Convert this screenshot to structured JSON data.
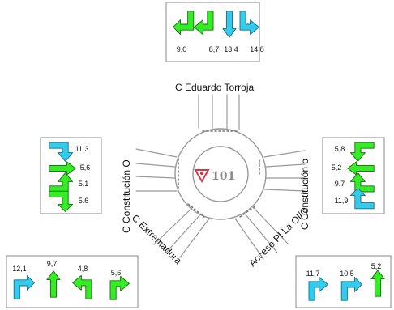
{
  "colors": {
    "green": "#33ee22",
    "cyan": "#33ccee",
    "outline": "#1d6b14",
    "cyan_outline": "#166f86",
    "road": "#999999",
    "dash": "#777777",
    "panel_border": "#888888",
    "marker": "#d63a4a"
  },
  "roundabout": {
    "number": "101"
  },
  "streets": {
    "north": "C Eduardo Torroja",
    "west": "C Constitución O",
    "southwest": "C Extremadura",
    "southeast": "Acceso Pl La Ol/C",
    "east": "C Constitución o"
  },
  "panels": {
    "north": {
      "movements": [
        {
          "turn": "hook",
          "color": "green",
          "value": "9,0"
        },
        {
          "turn": "left",
          "color": "green",
          "value": "8,7"
        },
        {
          "turn": "straight",
          "color": "cyan",
          "value": "13,4"
        },
        {
          "turn": "right",
          "color": "cyan",
          "value": "14,8"
        }
      ]
    },
    "west": {
      "movements": [
        {
          "turn": "left",
          "color": "cyan",
          "value": "11,3"
        },
        {
          "turn": "straight",
          "color": "green",
          "value": "5,6"
        },
        {
          "turn": "right",
          "color": "green",
          "value": "5,1"
        },
        {
          "turn": "hook",
          "color": "green",
          "value": "5,6"
        }
      ]
    },
    "east": {
      "movements": [
        {
          "turn": "right",
          "color": "green",
          "value": "5,8"
        },
        {
          "turn": "straight",
          "color": "green",
          "value": "5,2"
        },
        {
          "turn": "left",
          "color": "green",
          "value": "9,7"
        },
        {
          "turn": "hook",
          "color": "cyan",
          "value": "11,9"
        }
      ]
    },
    "southwest": {
      "movements": [
        {
          "turn": "hook",
          "color": "cyan",
          "value": "12,1"
        },
        {
          "turn": "straight",
          "color": "green",
          "value": "9,7"
        },
        {
          "turn": "right",
          "color": "green",
          "value": "4,8"
        },
        {
          "turn": "left",
          "color": "green",
          "value": "5,6"
        }
      ]
    },
    "southeast": {
      "movements": [
        {
          "turn": "left",
          "color": "cyan",
          "value": "11,7"
        },
        {
          "turn": "hook",
          "color": "cyan",
          "value": "10,5"
        },
        {
          "turn": "straight",
          "color": "green",
          "value": "5,2"
        }
      ]
    }
  }
}
